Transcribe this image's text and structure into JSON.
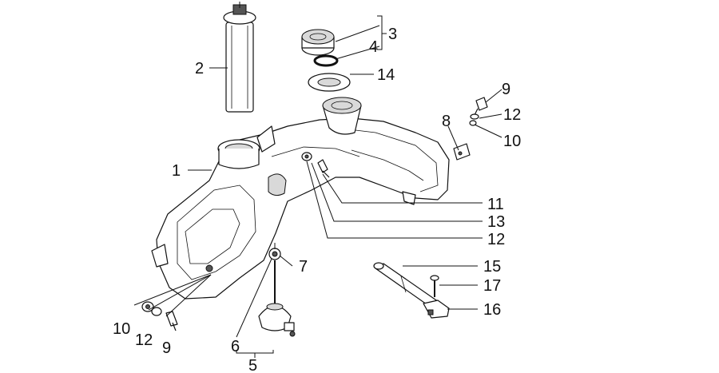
{
  "callouts": [
    {
      "id": "c1",
      "text": "1"
    },
    {
      "id": "c2",
      "text": "2"
    },
    {
      "id": "c3",
      "text": "3"
    },
    {
      "id": "c4",
      "text": "4"
    },
    {
      "id": "c14a",
      "text": "14"
    },
    {
      "id": "c9a",
      "text": "9"
    },
    {
      "id": "c8",
      "text": "8"
    },
    {
      "id": "c12a",
      "text": "12"
    },
    {
      "id": "c10a",
      "text": "10"
    },
    {
      "id": "c11",
      "text": "11"
    },
    {
      "id": "c13",
      "text": "13"
    },
    {
      "id": "c12b",
      "text": "12"
    },
    {
      "id": "c7",
      "text": "7"
    },
    {
      "id": "c15",
      "text": "15"
    },
    {
      "id": "c17",
      "text": "17"
    },
    {
      "id": "c16",
      "text": "16"
    },
    {
      "id": "c10b",
      "text": "10"
    },
    {
      "id": "c12c",
      "text": "12"
    },
    {
      "id": "c9b",
      "text": "9"
    },
    {
      "id": "c6",
      "text": "6"
    },
    {
      "id": "c5",
      "text": "5"
    }
  ]
}
